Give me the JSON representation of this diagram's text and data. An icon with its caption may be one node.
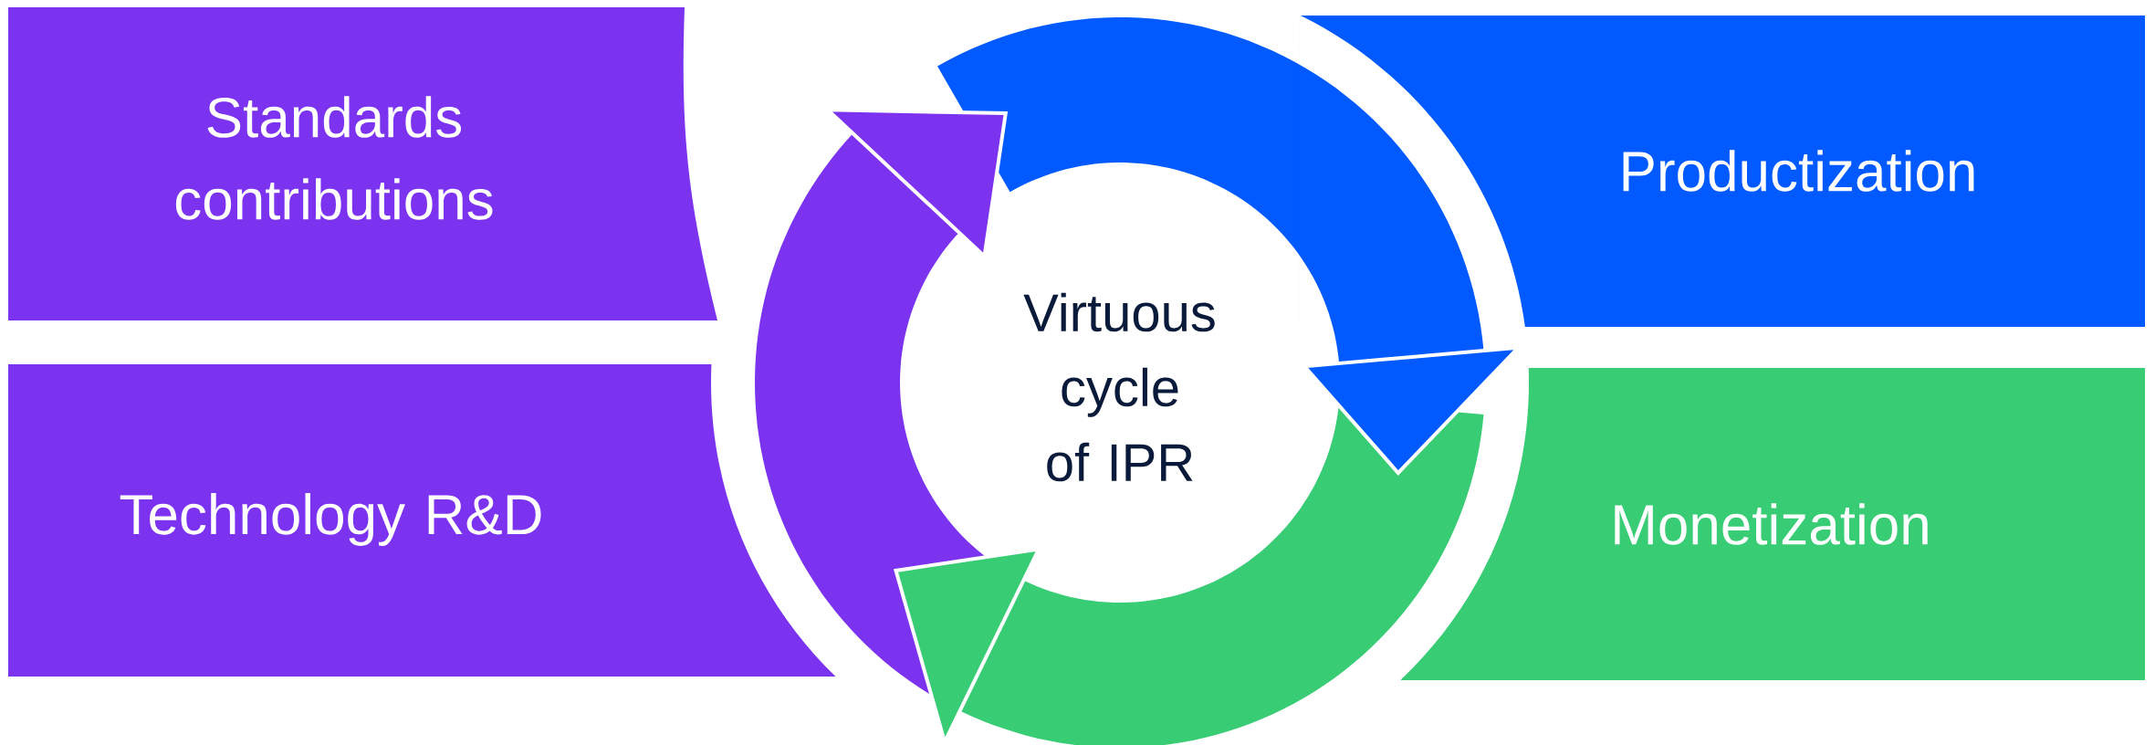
{
  "diagram": {
    "nodes": [
      {
        "text": [
          "Standards contributions"
        ]
      },
      {
        "text": [
          "Productization"
        ]
      },
      {
        "text": [
          "Technology R&D"
        ]
      },
      {
        "text": [
          "Monetization"
        ]
      }
    ],
    "labels": [
      "Virtuous cycle of IPR"
    ]
  }
}
